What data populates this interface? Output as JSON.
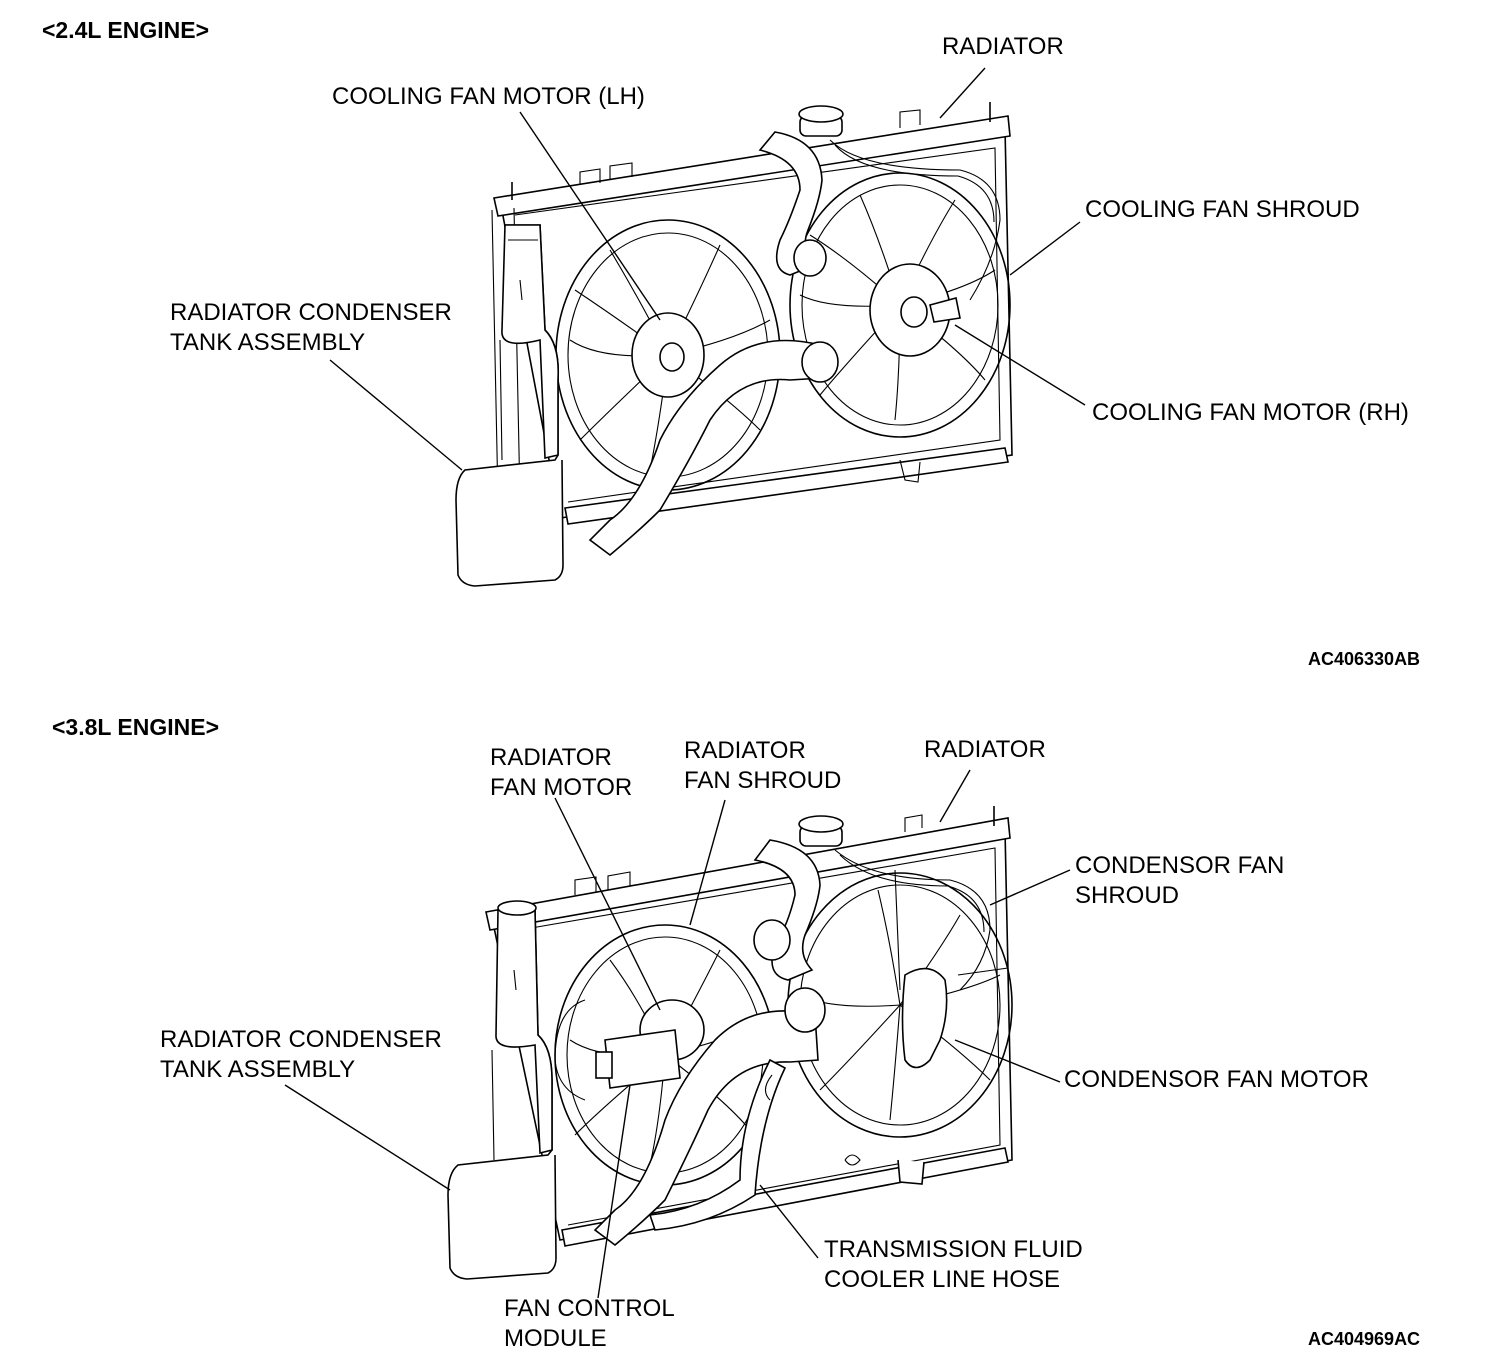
{
  "top": {
    "heading": "<2.4L ENGINE>",
    "labels": {
      "radiator": "RADIATOR",
      "fan_motor_lh": "COOLING FAN MOTOR (LH)",
      "fan_shroud": "COOLING FAN SHROUD",
      "tank_line1": "RADIATOR CONDENSER",
      "tank_line2": "TANK ASSEMBLY",
      "fan_motor_rh": "COOLING FAN MOTOR (RH)"
    },
    "code": "AC406330AB"
  },
  "bottom": {
    "heading": "<3.8L ENGINE>",
    "labels": {
      "rad_fan_motor_line1": "RADIATOR",
      "rad_fan_motor_line2": "FAN MOTOR",
      "rad_fan_shroud_line1": "RADIATOR",
      "rad_fan_shroud_line2": "FAN SHROUD",
      "radiator": "RADIATOR",
      "cond_shroud_line1": "CONDENSOR FAN",
      "cond_shroud_line2": "SHROUD",
      "tank_line1": "RADIATOR CONDENSER",
      "tank_line2": "TANK ASSEMBLY",
      "cond_fan_motor": "CONDENSOR FAN MOTOR",
      "trans_hose_line1": "TRANSMISSION FLUID",
      "trans_hose_line2": "COOLER LINE HOSE",
      "fan_control_line1": "FAN CONTROL",
      "fan_control_line2": "MODULE"
    },
    "code": "AC404969AC"
  }
}
